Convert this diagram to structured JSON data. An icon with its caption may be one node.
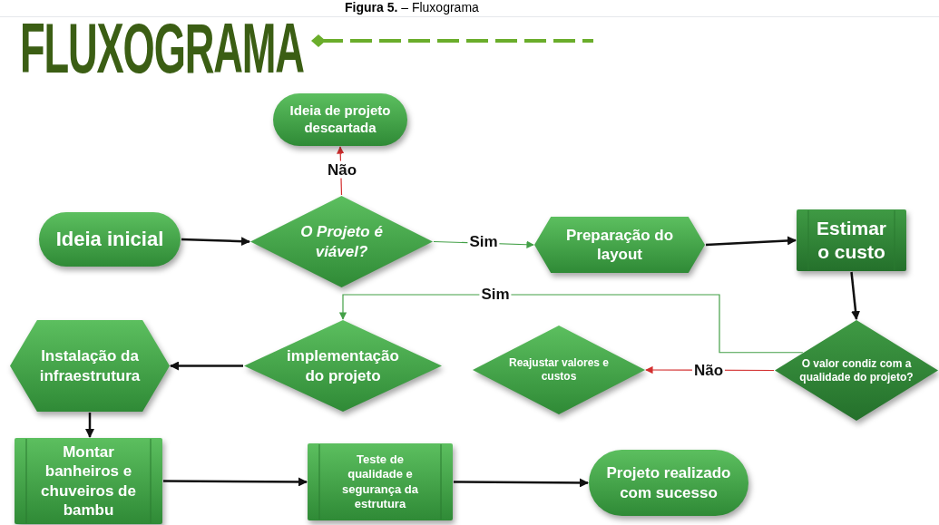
{
  "diagram": {
    "title": "FLUXOGRAMA",
    "caption": "**Figura 5.** – Fluxograma",
    "nodes": [
      {
        "text": [
          "Ideia inicial"
        ]
      },
      {
        "text": [
          "O Projeto é viável?"
        ]
      },
      {
        "text": [
          "Ideia de projeto descartada"
        ]
      },
      {
        "text": [
          "Preparação do layout"
        ]
      },
      {
        "text": [
          "Estimar o custo"
        ]
      },
      {
        "text": [
          "O valor condiz com a qualidade do projeto?"
        ]
      },
      {
        "text": [
          "Reajustar valores e custos"
        ]
      },
      {
        "text": [
          "implementação do projeto"
        ]
      },
      {
        "text": [
          "Instalação da infraestrutura"
        ]
      },
      {
        "text": [
          "Montar banheiros e chuveiros de bambu"
        ]
      },
      {
        "text": [
          "Teste de qualidade e segurança da estrutura"
        ]
      },
      {
        "text": [
          "Projeto realizado com sucesso"
        ]
      }
    ],
    "edges": [
      {
        "from": 0,
        "to": 1,
        "arrow": "to"
      },
      {
        "from": 1,
        "to": 2,
        "arrow": "to",
        "label": "Não",
        "color": "#d32f2f"
      },
      {
        "from": 1,
        "to": 3,
        "arrow": "to",
        "label": "Sim",
        "color": "#43a047"
      },
      {
        "from": 3,
        "to": 4,
        "arrow": "to"
      },
      {
        "from": 4,
        "to": 5,
        "arrow": "to"
      },
      {
        "from": 5,
        "to": 6,
        "arrow": "to",
        "label": "Não",
        "color": "#d32f2f"
      },
      {
        "from": 5,
        "to": 7,
        "arrow": "to",
        "label": "Sim",
        "color": "#43a047"
      },
      {
        "from": 7,
        "to": 8,
        "arrow": "to"
      },
      {
        "from": 8,
        "to": 9,
        "arrow": "to"
      },
      {
        "from": 9,
        "to": 10,
        "arrow": "to"
      },
      {
        "from": 10,
        "to": 11,
        "arrow": "to"
      }
    ]
  }
}
